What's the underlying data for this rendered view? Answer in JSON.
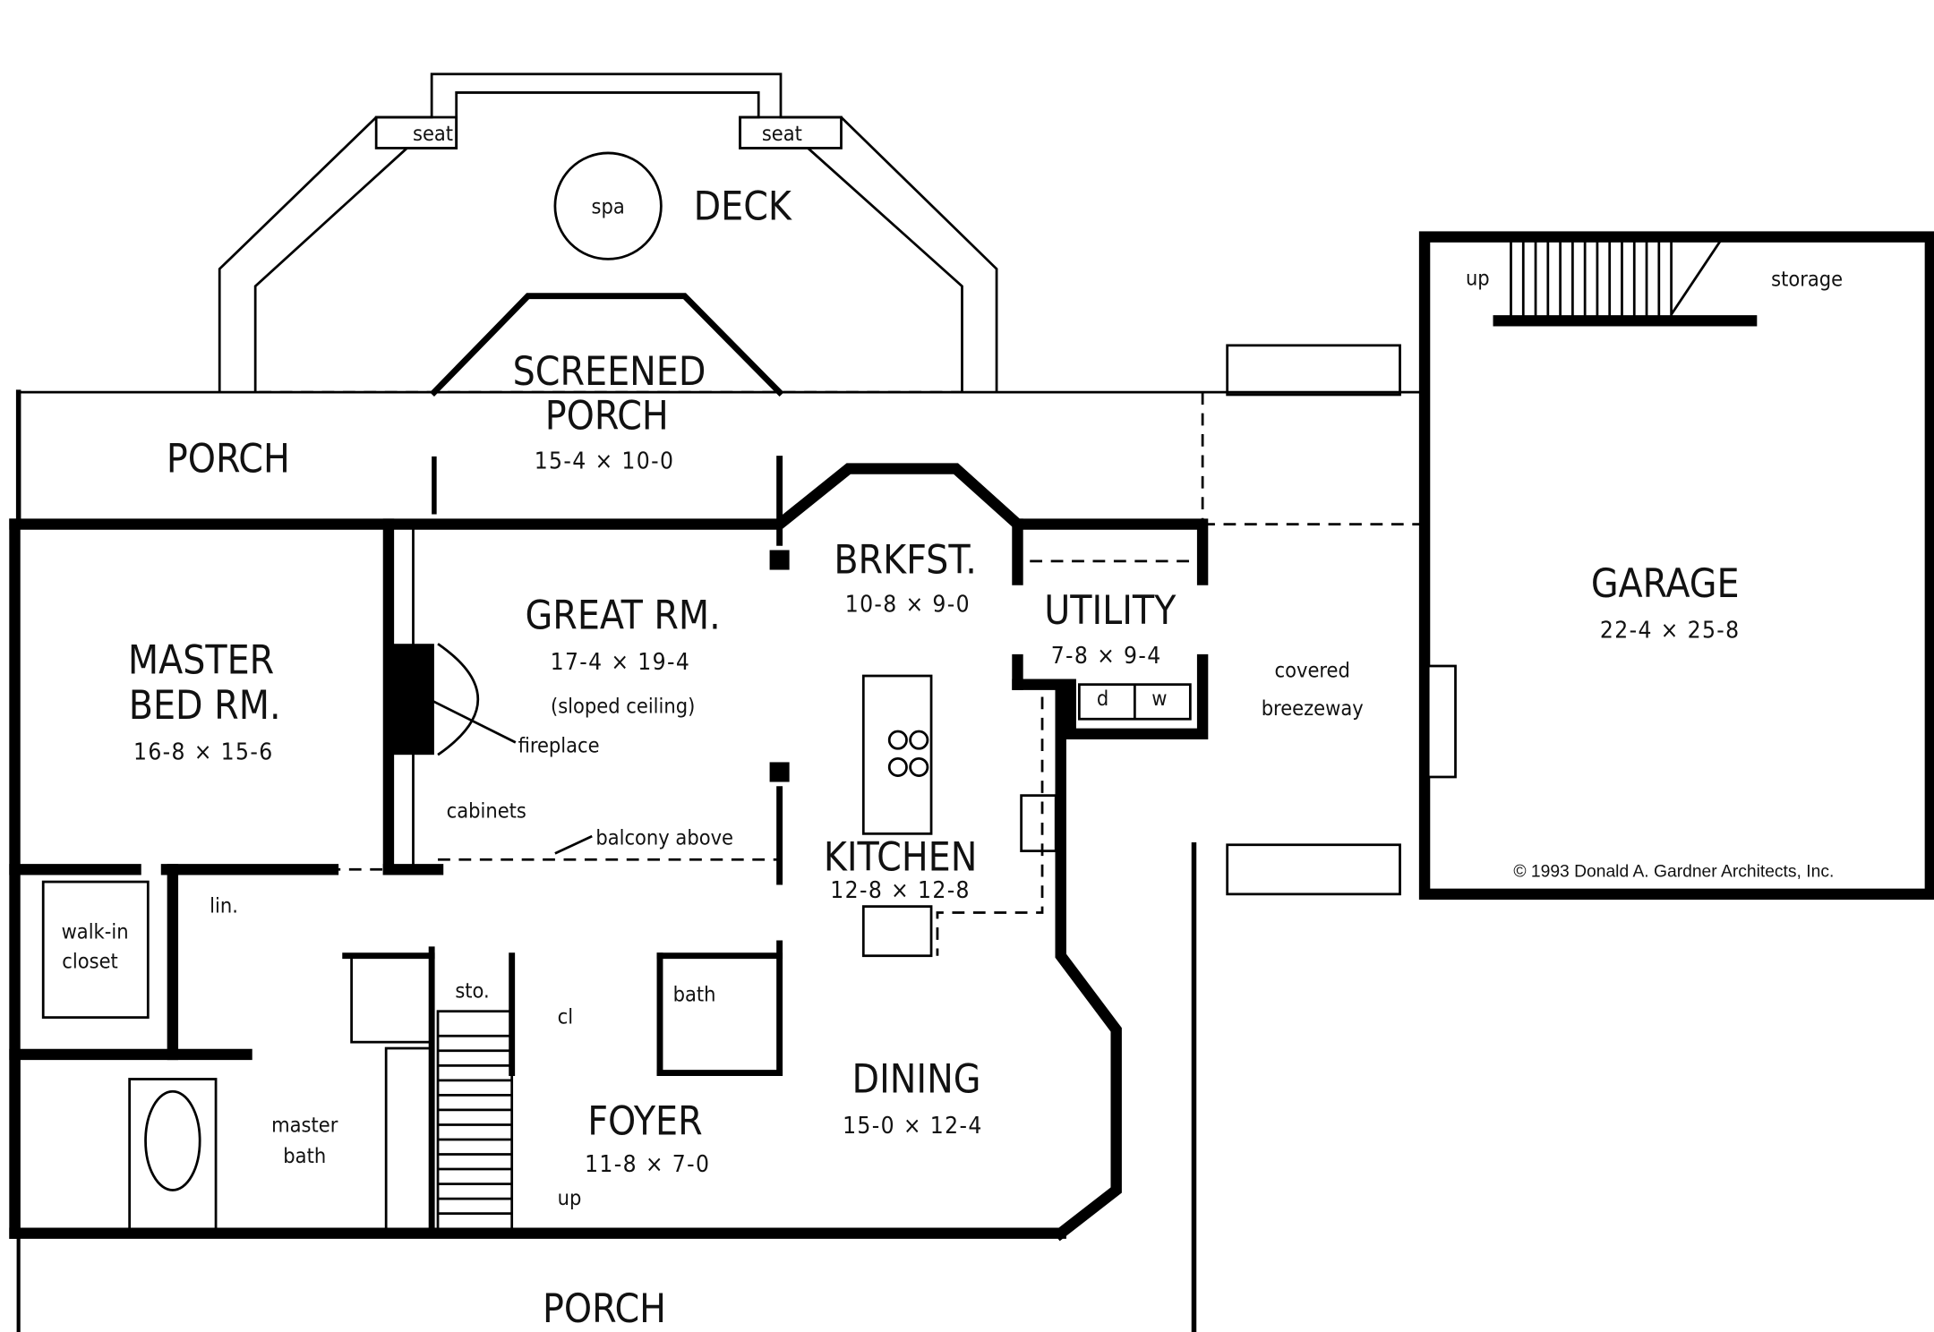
{
  "plan": {
    "copyright": "© 1993 Donald A. Gardner Architects, Inc.",
    "rooms": {
      "deck": "DECK",
      "spa": "spa",
      "seat_left": "seat",
      "seat_right": "seat",
      "screened_porch_1": "SCREENED",
      "screened_porch_2": "PORCH",
      "screened_porch_dim": "15-4 × 10-0",
      "rear_porch": "PORCH",
      "master_bed_1": "MASTER",
      "master_bed_2": "BED RM.",
      "master_bed_dim": "16-8 × 15-6",
      "great_room": "GREAT RM.",
      "great_room_dim": "17-4 × 19-4",
      "great_room_note": "(sloped ceiling)",
      "brkfst": "BRKFST.",
      "brkfst_dim": "10-8 × 9-0",
      "utility": "UTILITY",
      "utility_dim": "7-8 × 9-4",
      "kitchen": "KITCHEN",
      "kitchen_dim": "12-8 × 12-8",
      "dining": "DINING",
      "dining_dim": "15-0 × 12-4",
      "foyer": "FOYER",
      "foyer_dim": "11-8 × 7-0",
      "master_bath_1": "master",
      "master_bath_2": "bath",
      "bath": "bath",
      "walkin_1": "walk-in",
      "walkin_2": "closet",
      "front_porch": "PORCH",
      "garage": "GARAGE",
      "garage_dim": "22-4 × 25-8",
      "breezeway_1": "covered",
      "breezeway_2": "breezeway",
      "storage": "storage"
    },
    "notes": {
      "fireplace": "fireplace",
      "cabinets": "cabinets",
      "balcony": "balcony above",
      "lin": "lin.",
      "sto": "sto.",
      "cl": "cl",
      "up_stair": "up",
      "up_garage": "up",
      "dryer": "d",
      "washer": "w"
    }
  }
}
